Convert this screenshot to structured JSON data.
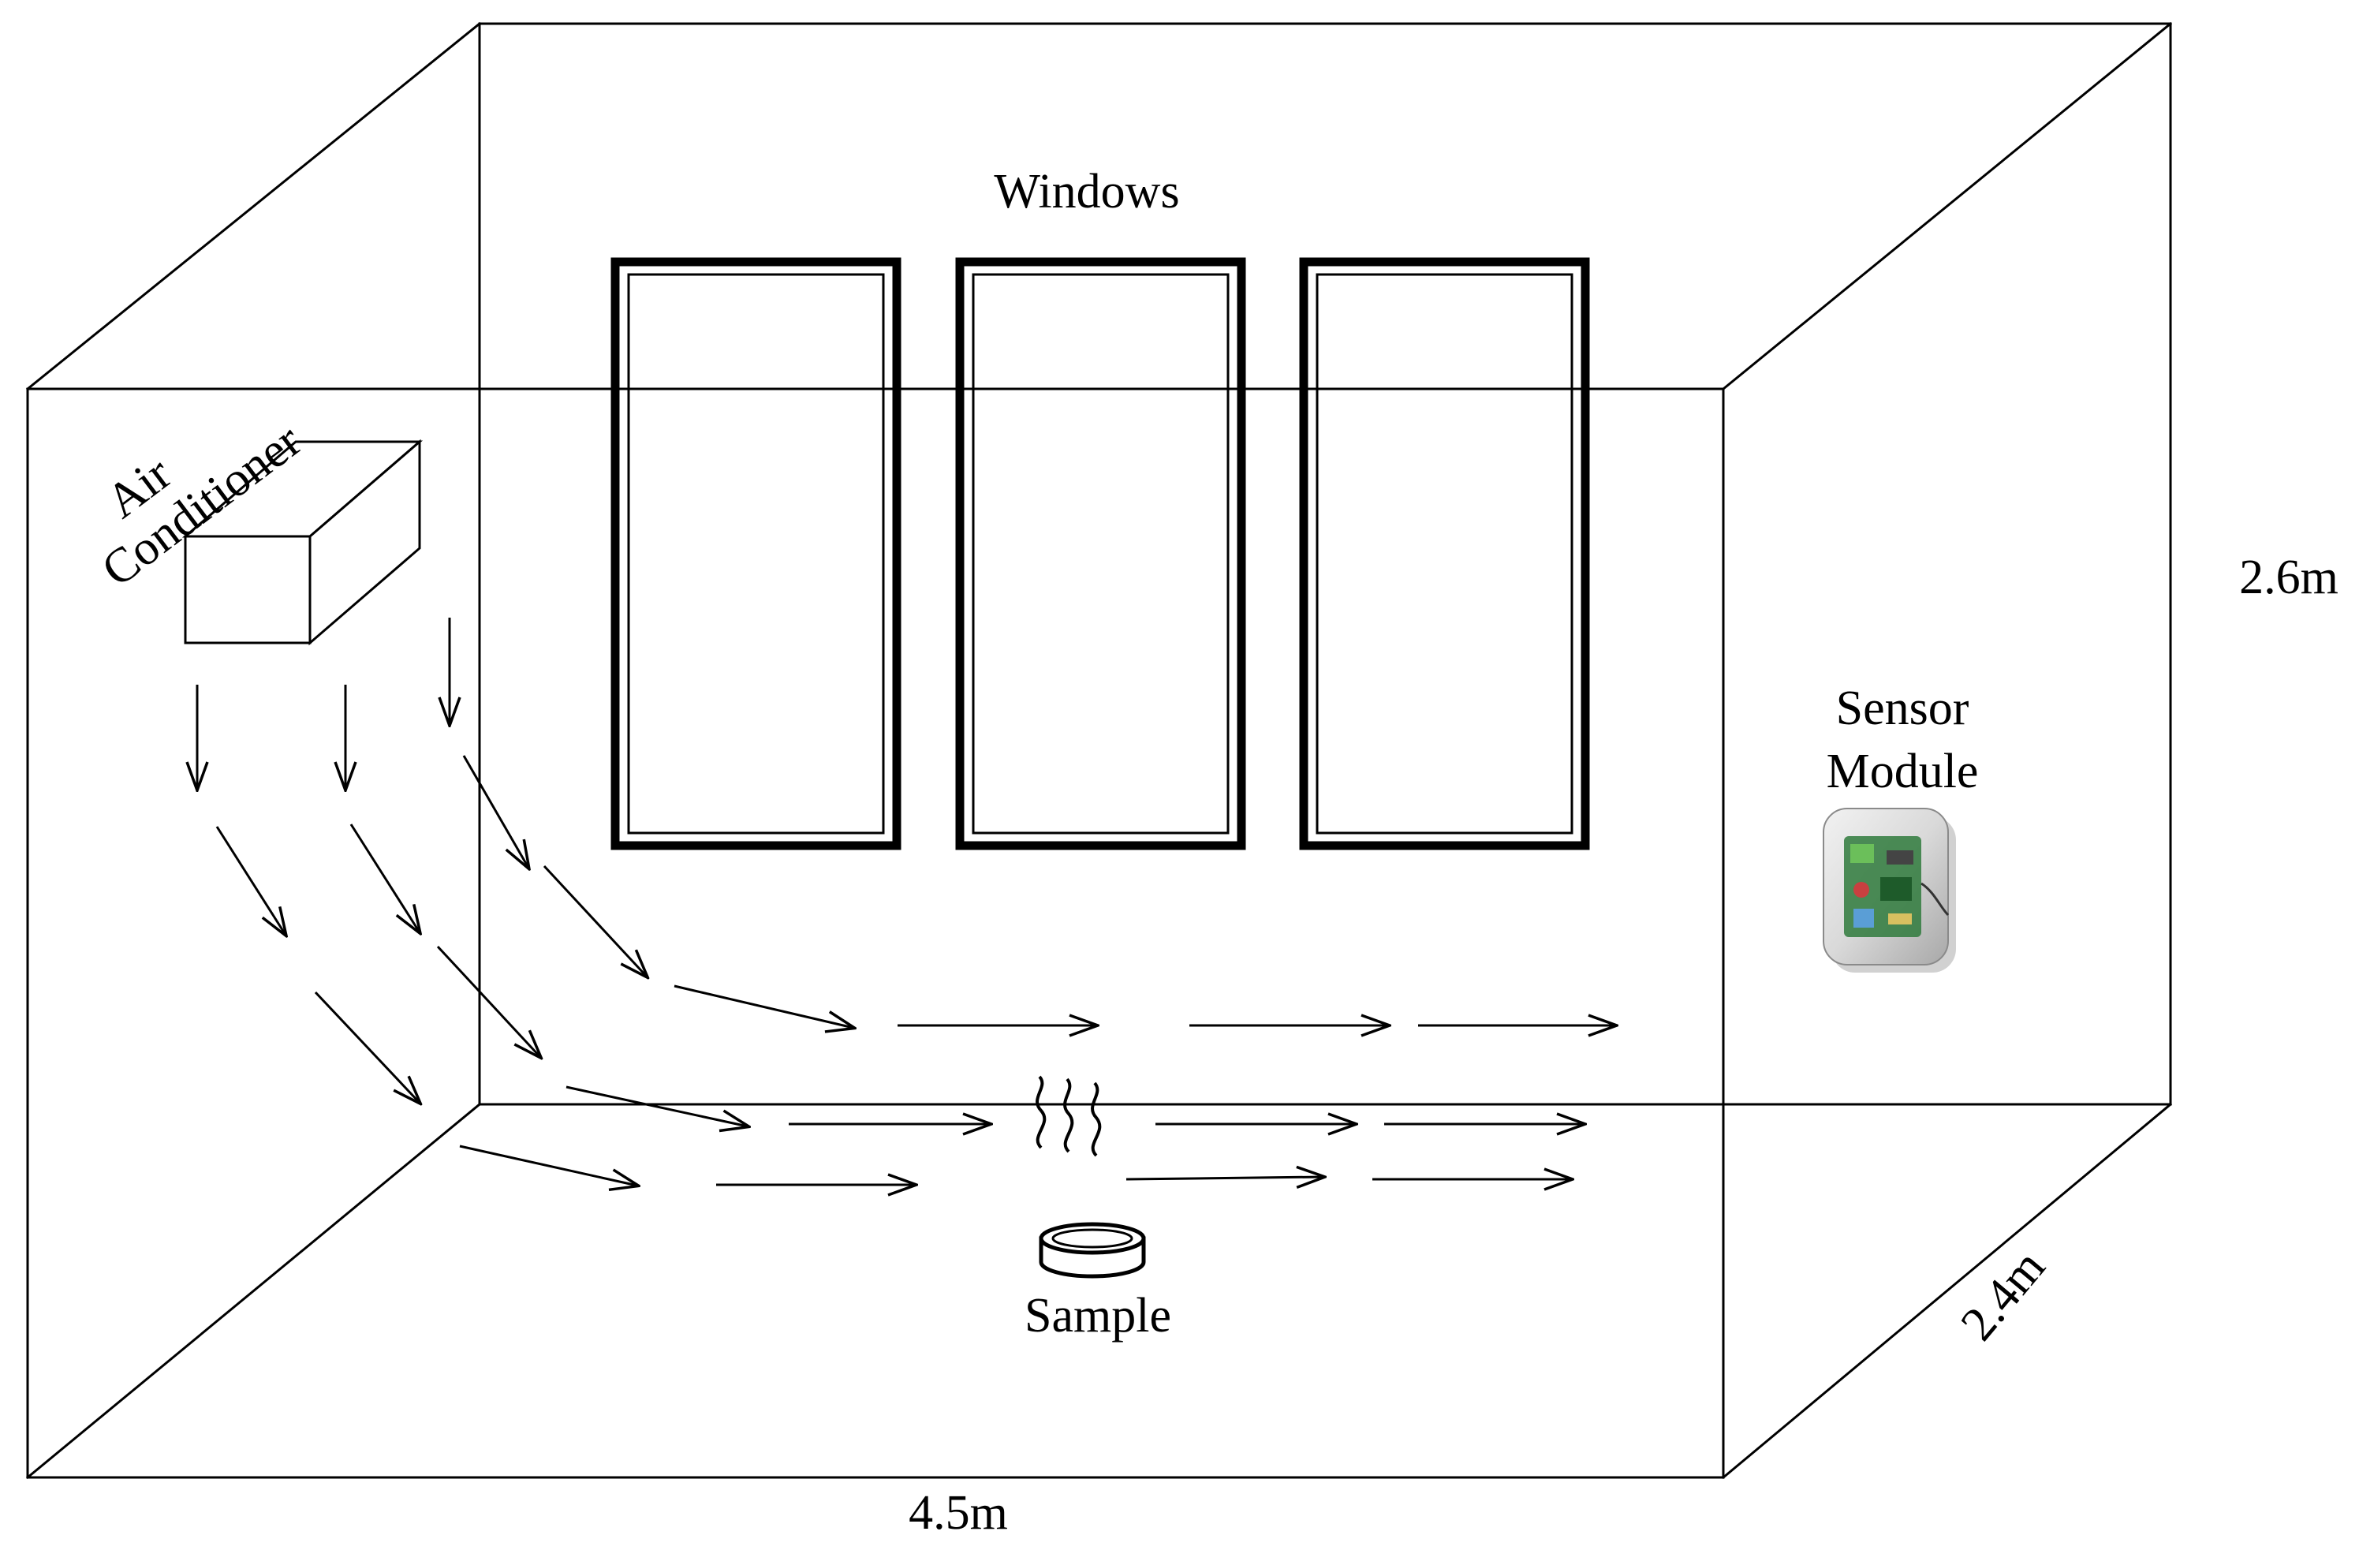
{
  "labels": {
    "windows": "Windows",
    "air_conditioner_line1": "Air",
    "air_conditioner_line2": "Conditioner",
    "sensor_line1": "Sensor",
    "sensor_line2": "Module",
    "sample": "Sample",
    "height": "2.6m",
    "depth": "2.4m",
    "width": "4.5m"
  },
  "icons": {
    "sensor": "sensor-module-icon",
    "sample": "sample-dish-icon",
    "steam": "steam-icon"
  }
}
